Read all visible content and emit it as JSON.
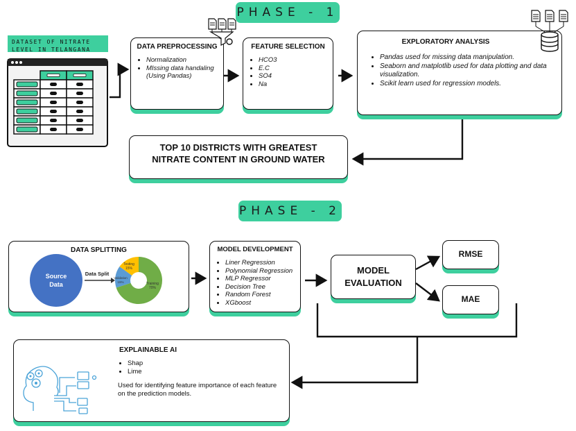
{
  "phase1": {
    "label": "PHASE - 1",
    "dataset_label": "DATASET OF NITRATE LEVEL IN TELANGANA",
    "preprocessing": {
      "title": "DATA PREPROCESSING",
      "items": [
        "Normalization",
        "MIssing data handaling (Using Pandas)"
      ]
    },
    "feature_selection": {
      "title": "FEATURE SELECTION",
      "items": [
        "HCO3",
        "E.C",
        "SO4",
        "Na"
      ]
    },
    "exploratory": {
      "title": "EXPLORATORY ANALYSIS",
      "items": [
        "Pandas used for missing data manipulation.",
        "Seaborn and matplotlib used for data plotting and data visualization.",
        "Scikit learn used for regression models."
      ]
    },
    "top10": {
      "line1": "TOP 10 DISTRICTS WITH GREATEST",
      "line2": "NITRATE CONTENT IN GROUND WATER"
    }
  },
  "phase2": {
    "label": "PHASE - 2",
    "splitting": {
      "title": "DATA SPLITTING",
      "source": [
        "Source",
        "Data"
      ],
      "arrow_label": "Data Split",
      "testing": [
        "Testing",
        "15%"
      ],
      "validation": [
        "Validation",
        "15%"
      ],
      "training": [
        "Training",
        "70%"
      ]
    },
    "model_dev": {
      "title": "MODEL DEVELOPMENT",
      "items": [
        "Liner Regression",
        "Polynomial Regression",
        "MLP Regressor",
        "Decision Tree",
        "Random Forest",
        "XGboost"
      ]
    },
    "evaluation": {
      "line1": "MODEL",
      "line2": "EVALUATION"
    },
    "rmse": "RMSE",
    "mae": "MAE",
    "xai": {
      "title": "EXPLAINABLE AI",
      "items": [
        "Shap",
        "Lime"
      ],
      "description": "Used for identifying feature importance of each feature on the prediction models."
    }
  },
  "colors": {
    "accent": "#3ecf9e",
    "source_blue": "#4472c4",
    "training_green": "#70ad47",
    "testing_yellow": "#ffc000",
    "validation_blue": "#5b9bd5"
  },
  "icons": [
    "document-icon",
    "funnel-gear-icon",
    "database-icon",
    "spreadsheet-icon",
    "ai-brain-icon"
  ]
}
